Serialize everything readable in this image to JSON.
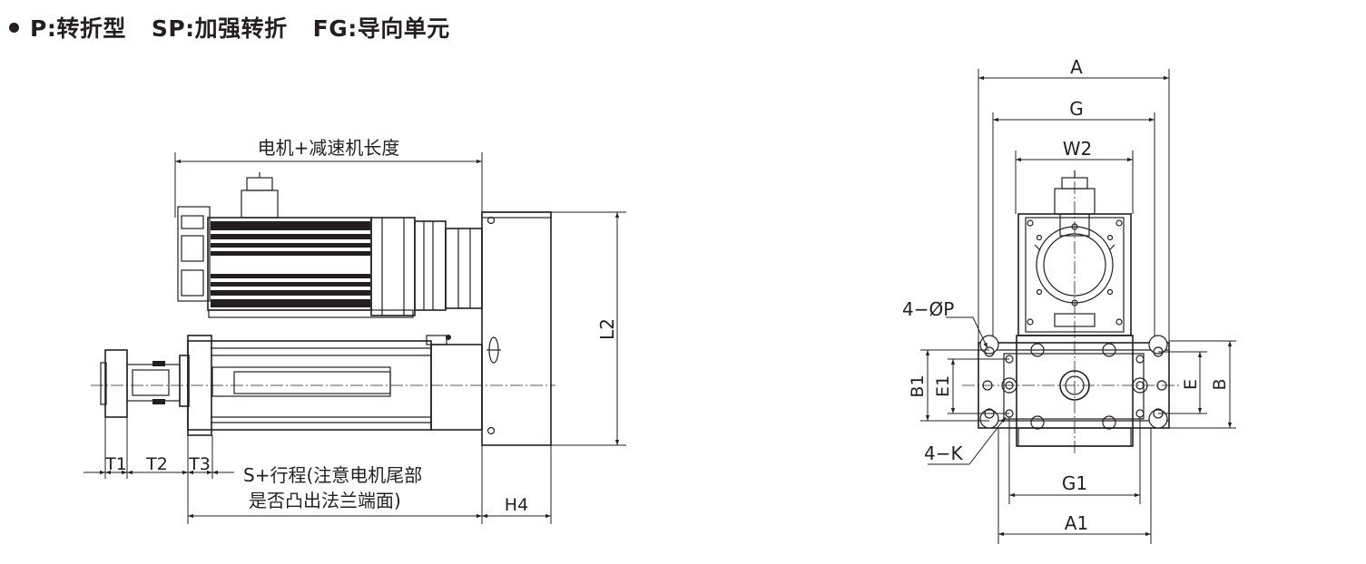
{
  "title": {
    "items": [
      "P:转折型",
      "SP:加强转折",
      "FG:导向单元"
    ]
  },
  "side_view": {
    "motor_length_label": "电机+减速机长度",
    "l2_label": "L2",
    "t1_label": "T1",
    "t2_label": "T2",
    "t3_label": "T3",
    "stroke_label_line1": "S+行程(注意电机尾部",
    "stroke_label_line2": "是否凸出法兰端面)",
    "h4_label": "H4"
  },
  "end_view": {
    "a_label": "A",
    "g_label": "G",
    "w2_label": "W2",
    "p_label": "4−ØP",
    "b1_label": "B1",
    "e1_label": "E1",
    "e_label": "E",
    "b_label": "B",
    "k_label": "4−K",
    "g1_label": "G1",
    "a1_label": "A1"
  }
}
